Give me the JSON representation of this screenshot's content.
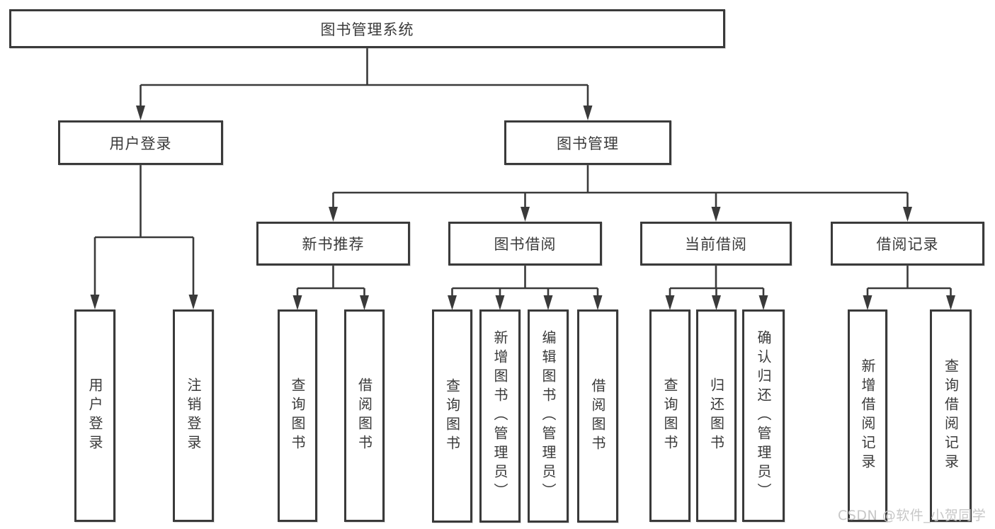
{
  "diagram": {
    "root": {
      "label": "图书管理系统"
    },
    "level2": [
      {
        "label": "用户登录"
      },
      {
        "label": "图书管理"
      }
    ],
    "level3": [
      {
        "label": "新书推荐"
      },
      {
        "label": "图书借阅"
      },
      {
        "label": "当前借阅"
      },
      {
        "label": "借阅记录"
      }
    ],
    "leaves": {
      "user": [
        "用户登录",
        "注销登录"
      ],
      "newbook": [
        "查询图书",
        "借阅图书"
      ],
      "borrow": [
        "查询图书",
        "新增图书（管理员）",
        "编辑图书（管理员）",
        "借阅图书"
      ],
      "current": [
        "查询图书",
        "归还图书",
        "确认归还（管理员）"
      ],
      "records": [
        "新增借阅记录",
        "查询借阅记录"
      ]
    },
    "watermark": "CSDN @软件_小贺同学",
    "colors": {
      "line": "#3a3a3a",
      "text": "#3a3a3a",
      "box_background": "#ffffff",
      "page_background": "#ffffff",
      "watermark": "#c7c7c7"
    }
  }
}
